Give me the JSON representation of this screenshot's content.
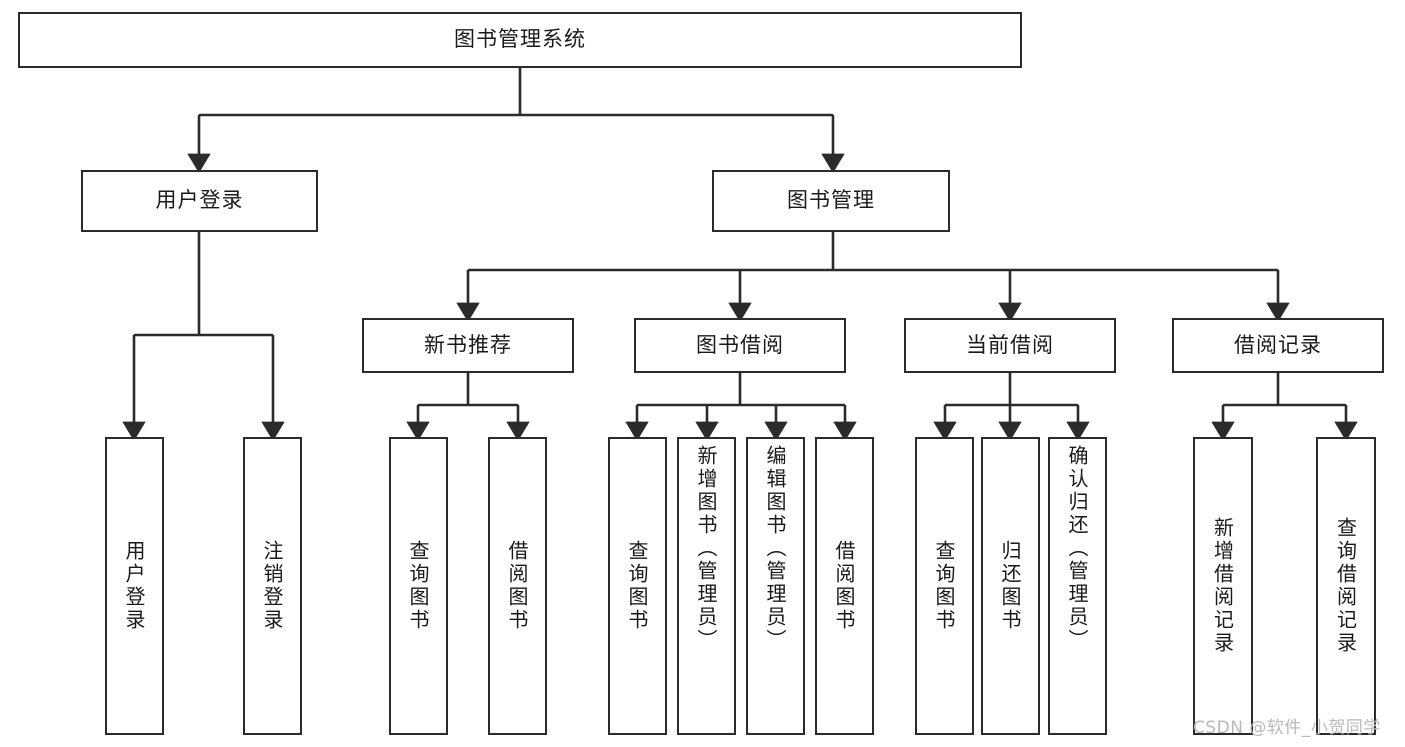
{
  "diagram": {
    "title": "图书管理系统",
    "watermark": "CSDN @软件_小贺同学",
    "colors": {
      "stroke": "#2b2b2b",
      "fill": "#ffffff",
      "text": "#1a1a1a",
      "watermark": "#b9b9b9"
    },
    "root": {
      "label": "图书管理系统"
    },
    "level2": [
      {
        "label": "用户登录"
      },
      {
        "label": "图书管理"
      }
    ],
    "level3": [
      {
        "label": "新书推荐"
      },
      {
        "label": "图书借阅"
      },
      {
        "label": "当前借阅"
      },
      {
        "label": "借阅记录"
      }
    ],
    "leaves_user_login": [
      {
        "label": "用户登录"
      },
      {
        "label": "注销登录"
      }
    ],
    "leaves_new_books": [
      {
        "label": "查询图书"
      },
      {
        "label": "借阅图书"
      }
    ],
    "leaves_book_borrow": [
      {
        "label": "查询图书"
      },
      {
        "label": "新增图书（管理员）"
      },
      {
        "label": "编辑图书（管理员）"
      },
      {
        "label": "借阅图书"
      }
    ],
    "leaves_current_borrow": [
      {
        "label": "查询图书"
      },
      {
        "label": "归还图书"
      },
      {
        "label": "确认归还（管理员）"
      }
    ],
    "leaves_borrow_record": [
      {
        "label": "新增借阅记录"
      },
      {
        "label": "查询借阅记录"
      }
    ]
  }
}
